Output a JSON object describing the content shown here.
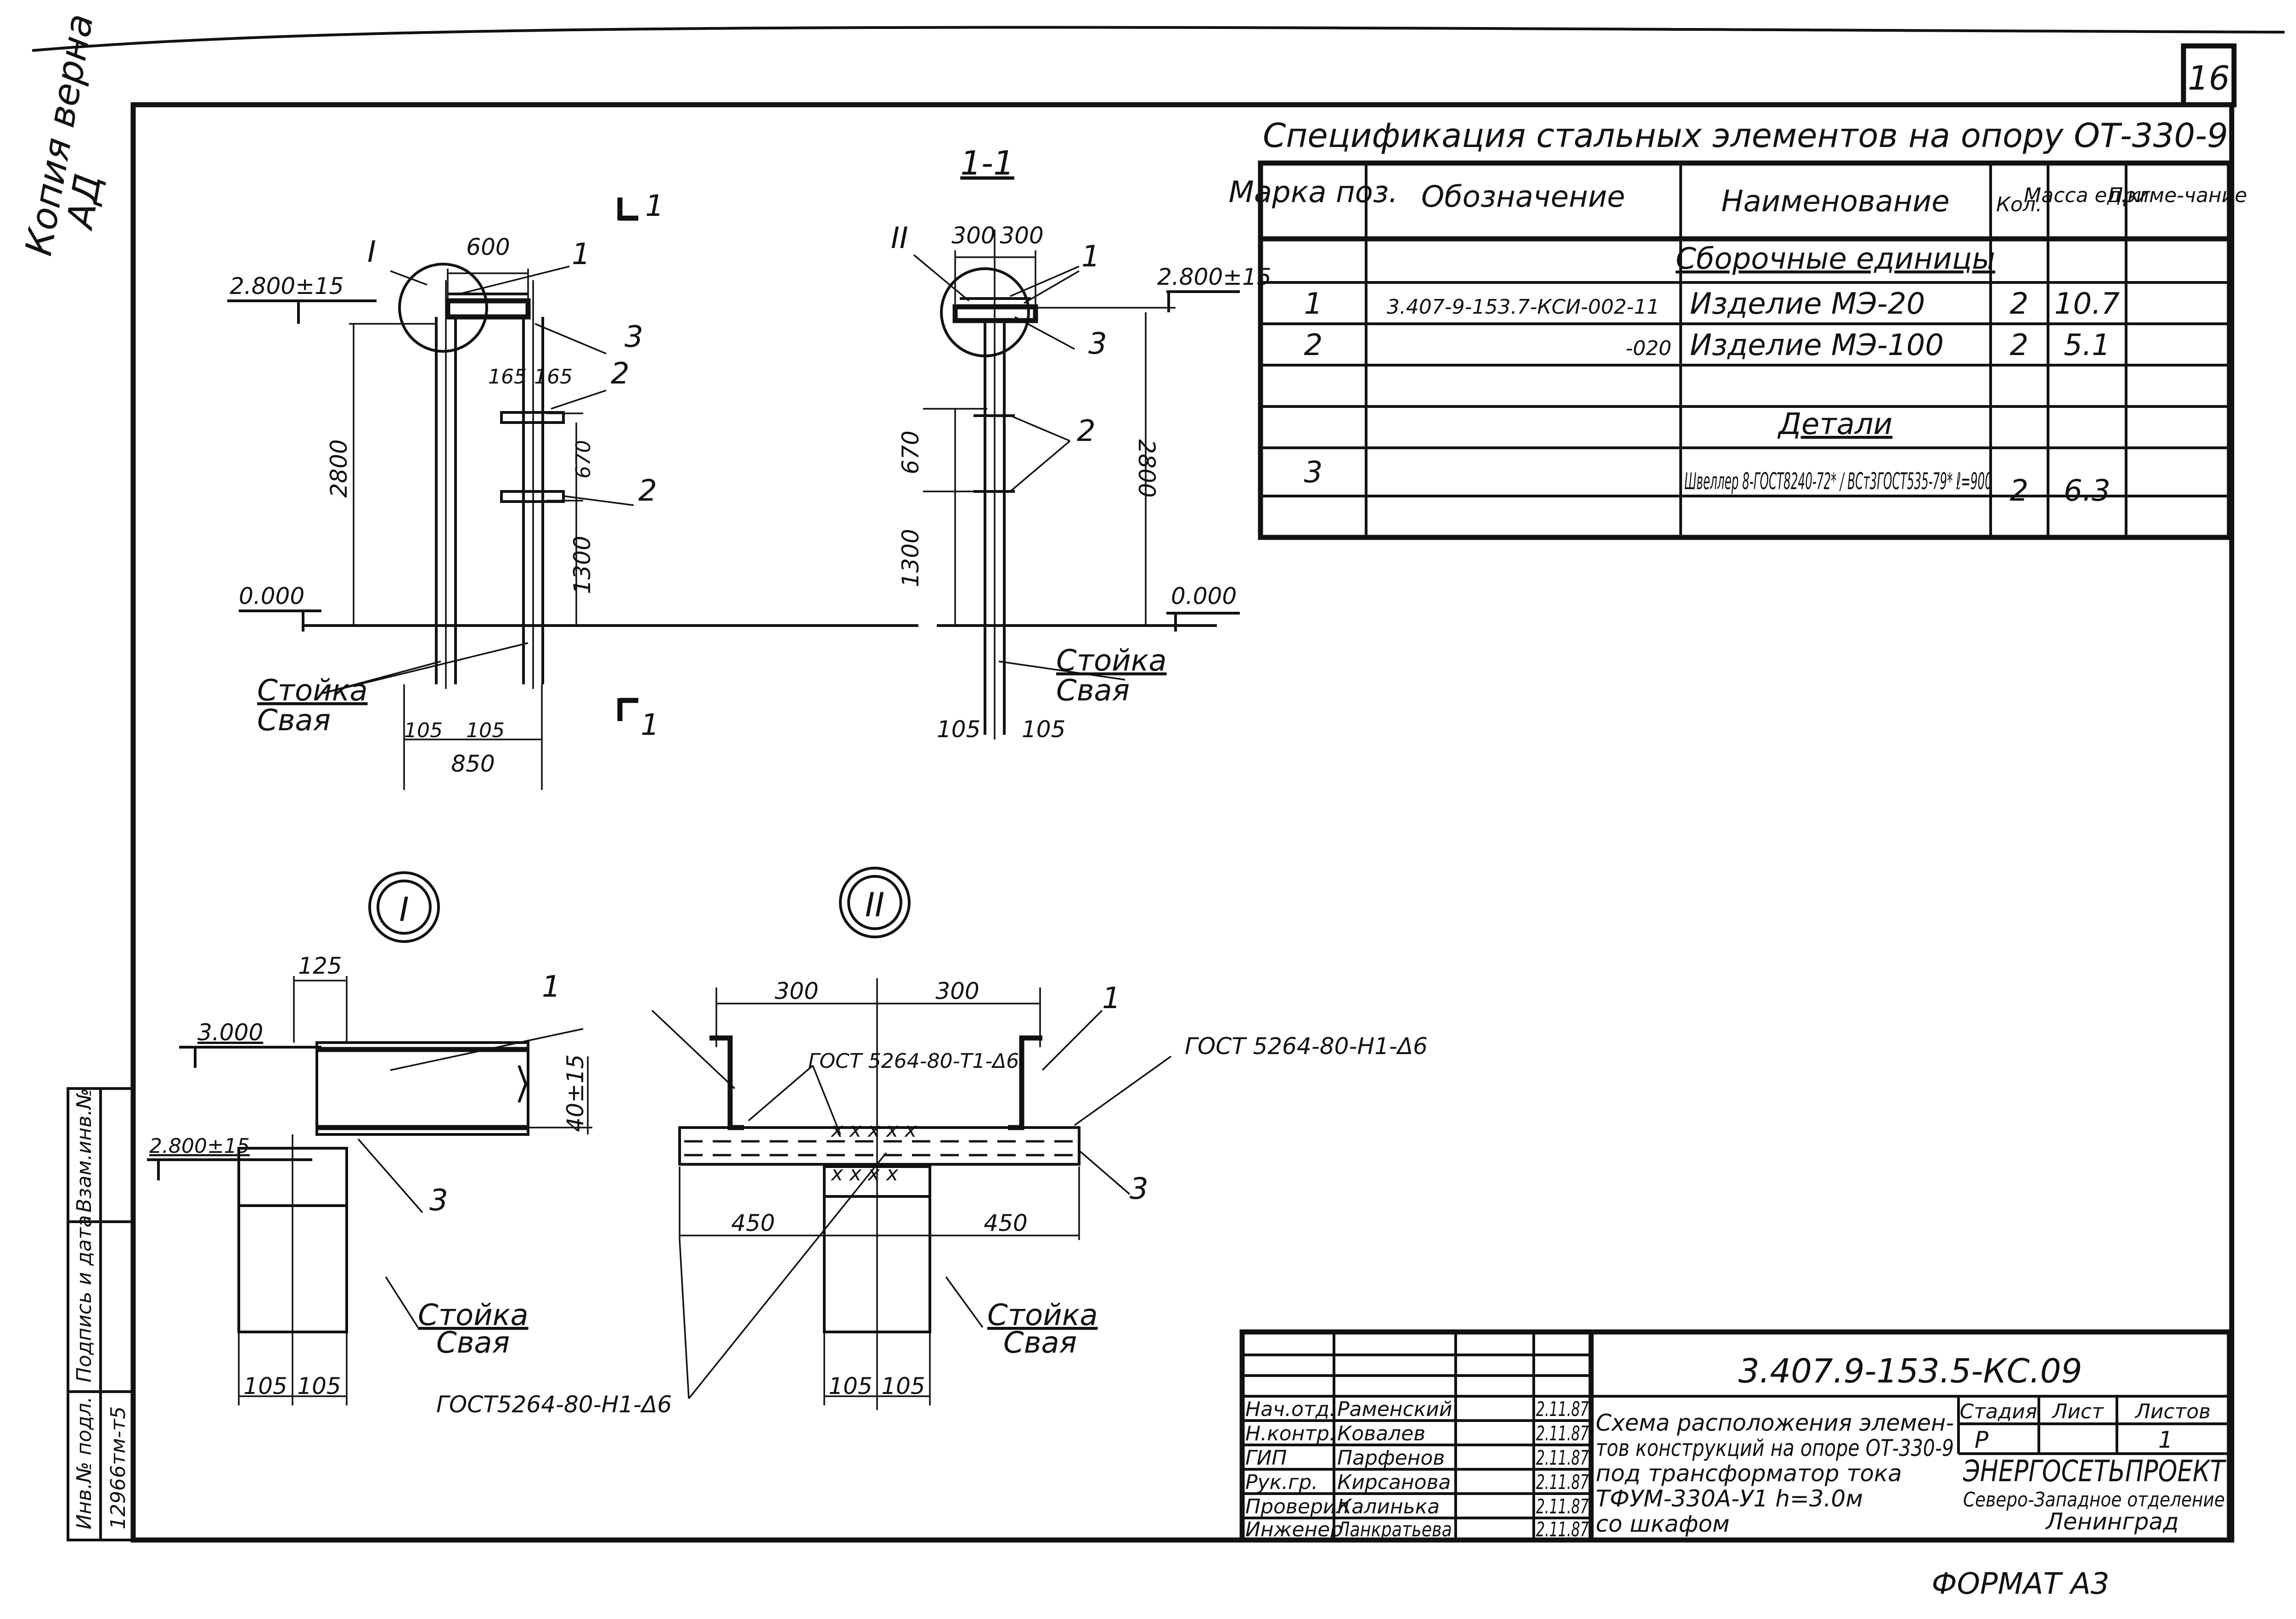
{
  "sheet": {
    "page_number": "16",
    "format_label": "ФОРМАТ А3",
    "margin_note": "Копия верна",
    "margin_initials": "АД"
  },
  "side_stamp": {
    "cells": [
      "Инв.№ подл.",
      "Подпись и дата",
      "Взам.инв.№"
    ],
    "inv_number": "12966тм-т5"
  },
  "spec_table": {
    "title": "Спецификация стальных элементов на опору ОТ-330-9",
    "headers": [
      "Марка поз.",
      "Обозначение",
      "Наименование",
      "Кол.",
      "Масса ед.кг",
      "Приме-чание"
    ],
    "rows": [
      {
        "mark": "",
        "designation": "",
        "name": "Сборочные единицы",
        "qty": "",
        "mass": "",
        "note": ""
      },
      {
        "mark": "1",
        "designation": "3.407-9-153.7-КСИ-002-11",
        "name": "Изделие МЭ-20",
        "qty": "2",
        "mass": "10.7",
        "note": ""
      },
      {
        "mark": "2",
        "designation": "-020",
        "name": "Изделие МЭ-100",
        "qty": "2",
        "mass": "5.1",
        "note": ""
      },
      {
        "mark": "",
        "designation": "",
        "name": "",
        "qty": "",
        "mass": "",
        "note": ""
      },
      {
        "mark": "",
        "designation": "",
        "name": "Детали",
        "qty": "",
        "mass": "",
        "note": ""
      },
      {
        "mark": "3",
        "designation": "",
        "name": "Швеллер 8-ГОСТ8240-72* / ВСт3ГОСТ535-79* ℓ=900",
        "qty": "2",
        "mass": "6.3",
        "note": ""
      },
      {
        "mark": "",
        "designation": "",
        "name": "",
        "qty": "",
        "mass": "",
        "note": ""
      }
    ]
  },
  "elevation_view": {
    "marker_top": "1",
    "marker_bottom": "1",
    "node_callout": "I",
    "level_top": "2.800±15",
    "level_ground": "0.000",
    "dims": [
      "600",
      "165",
      "165",
      "2800",
      "670",
      "1300",
      "105",
      "105",
      "850"
    ],
    "part_labels": [
      "1",
      "3",
      "2",
      "2"
    ],
    "stand_label": "Стойка",
    "pile_label": "Свая"
  },
  "section_view": {
    "title": "1-1",
    "node_callout": "II",
    "level_top": "2.800±15",
    "level_ground": "0.000",
    "dims": [
      "300",
      "300",
      "670",
      "1300",
      "2800",
      "105",
      "105"
    ],
    "part_labels": [
      "1",
      "3",
      "2"
    ],
    "stand_label": "Стойка",
    "pile_label": "Свая"
  },
  "detail_1": {
    "title": "I",
    "level_top": "3.000",
    "level_mid": "2.800±15",
    "dims": [
      "125",
      "40±15",
      "105",
      "105"
    ],
    "part_labels": [
      "1",
      "3"
    ],
    "stand_label": "Стойка",
    "pile_label": "Свая"
  },
  "detail_2": {
    "title": "II",
    "dims": [
      "300",
      "300",
      "450",
      "450",
      "105",
      "105"
    ],
    "weld_top": "ГОСТ 5264-80-Т1-Δ6",
    "weld_right": "ГОСТ 5264-80-Н1-Δ6",
    "weld_bottom": "ГОСТ5264-80-Н1-Δ6",
    "part_labels": [
      "1",
      "1",
      "3"
    ],
    "stand_label": "Стойка",
    "pile_label": "Свая"
  },
  "title_block": {
    "doc_number": "3.407.9-153.5-КС.09",
    "staff": [
      {
        "role": "Нач.отд.",
        "name": "Раменский",
        "date": "2.11.87"
      },
      {
        "role": "Н.контр.",
        "name": "Ковалев",
        "date": "2.11.87"
      },
      {
        "role": "ГИП",
        "name": "Парфенов",
        "date": "2.11.87"
      },
      {
        "role": "Рук.гр.",
        "name": "Кирсанова",
        "date": "2.11.87"
      },
      {
        "role": "Проверил",
        "name": "Калинька",
        "date": "2.11.87"
      },
      {
        "role": "Инженер",
        "name": "Ланкратьева",
        "date": "2.11.87"
      }
    ],
    "description": [
      "Схема расположения элемен-",
      "тов конструкций на опоре ОТ-330-9",
      "под трансформатор тока",
      "ТФУМ-330А-У1  h=3.0м",
      "со шкафом"
    ],
    "stage_header": "Стадия",
    "sheet_header": "Лист",
    "sheets_header": "Листов",
    "stage_value": "Р",
    "sheet_value": "1",
    "sheets_value": "",
    "org_name": "ЭНЕРГОСЕТЬПРОЕКТ",
    "org_branch": "Северо-Западное отделение",
    "org_city": "Ленинград"
  }
}
